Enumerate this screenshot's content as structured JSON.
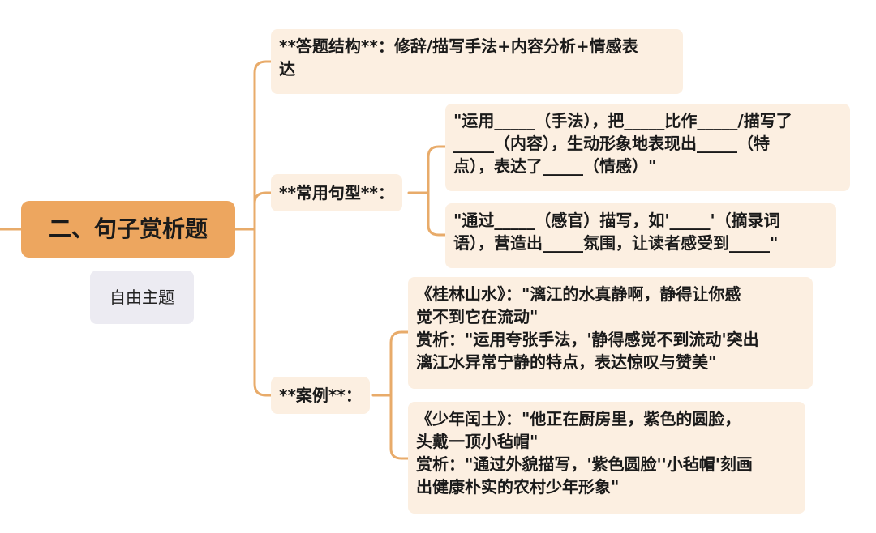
{
  "colors": {
    "root_fill": "#eda65f",
    "node_fill": "#fcefe1",
    "connector": "#e8ab6a",
    "free_topic_fill": "#ecebf2"
  },
  "root": {
    "title": "二、句子赏析题"
  },
  "free_topic": {
    "label": "自由主题"
  },
  "branches": {
    "structure": {
      "text": "**答题结构**：修辞/描写手法+内容分析+情感表\n达"
    },
    "patterns": {
      "label": "**常用句型**：",
      "children": [
        "\"运用_____（手法），把_____比作_____/描写了\n_____（内容），生动形象地表现出_____（特\n点），表达了_____（情感）\"",
        "\"通过_____（感官）描写，如'_____'（摘录词\n语），营造出_____氛围，让读者感受到_____\""
      ]
    },
    "examples": {
      "label": "**案例**：",
      "children": [
        "《桂林山水》：\"漓江的水真静啊，静得让你感\n觉不到它在流动\"\n赏析：\"运用夸张手法，'静得感觉不到流动'突出\n漓江水异常宁静的特点，表达惊叹与赞美\"",
        "《少年闰土》：\"他正在厨房里，紫色的圆脸，\n头戴一顶小毡帽\"\n赏析：\"通过外貌描写，'紫色圆脸''小毡帽'刻画\n出健康朴实的农村少年形象\""
      ]
    }
  }
}
